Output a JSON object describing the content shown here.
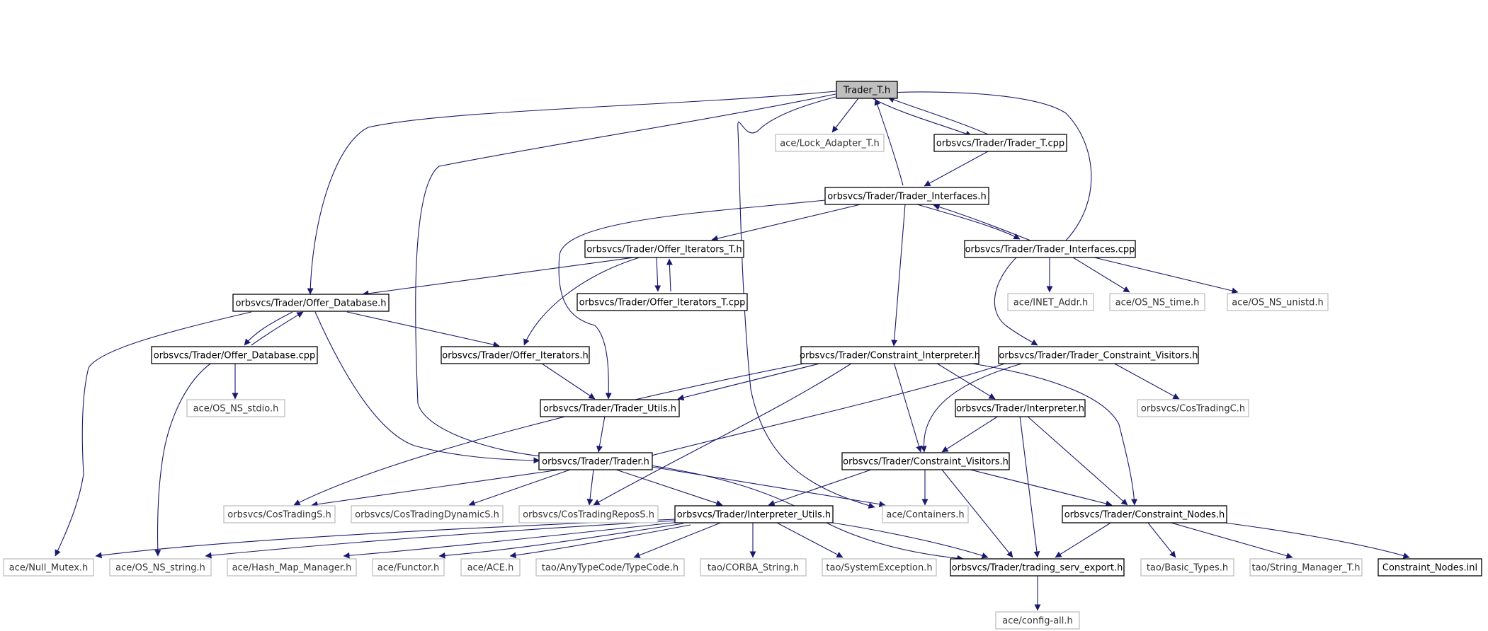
{
  "graph": {
    "nodes": [
      {
        "id": "trader_t_h",
        "label": "Trader_T.h",
        "kind": "root"
      },
      {
        "id": "lock_adapter",
        "label": "ace/Lock_Adapter_T.h",
        "kind": "ext"
      },
      {
        "id": "trader_t_cpp",
        "label": "orbsvcs/Trader/Trader_T.cpp",
        "kind": "doc"
      },
      {
        "id": "trader_interfaces_h",
        "label": "orbsvcs/Trader/Trader_Interfaces.h",
        "kind": "doc"
      },
      {
        "id": "offer_iterators_t_h",
        "label": "orbsvcs/Trader/Offer_Iterators_T.h",
        "kind": "doc"
      },
      {
        "id": "trader_interfaces_cpp",
        "label": "orbsvcs/Trader/Trader_Interfaces.cpp",
        "kind": "doc"
      },
      {
        "id": "offer_database_h",
        "label": "orbsvcs/Trader/Offer_Database.h",
        "kind": "doc"
      },
      {
        "id": "offer_iterators_t_cpp",
        "label": "orbsvcs/Trader/Offer_Iterators_T.cpp",
        "kind": "doc"
      },
      {
        "id": "inet_addr",
        "label": "ace/INET_Addr.h",
        "kind": "ext"
      },
      {
        "id": "os_ns_time",
        "label": "ace/OS_NS_time.h",
        "kind": "ext"
      },
      {
        "id": "os_ns_unistd",
        "label": "ace/OS_NS_unistd.h",
        "kind": "ext"
      },
      {
        "id": "offer_database_cpp",
        "label": "orbsvcs/Trader/Offer_Database.cpp",
        "kind": "doc"
      },
      {
        "id": "offer_iterators_h",
        "label": "orbsvcs/Trader/Offer_Iterators.h",
        "kind": "doc"
      },
      {
        "id": "constraint_interpreter_h",
        "label": "orbsvcs/Trader/Constraint_Interpreter.h",
        "kind": "doc"
      },
      {
        "id": "trader_constraint_visitors_h",
        "label": "orbsvcs/Trader/Trader_Constraint_Visitors.h",
        "kind": "doc"
      },
      {
        "id": "os_ns_stdio",
        "label": "ace/OS_NS_stdio.h",
        "kind": "ext"
      },
      {
        "id": "trader_utils_h",
        "label": "orbsvcs/Trader/Trader_Utils.h",
        "kind": "doc"
      },
      {
        "id": "interpreter_h",
        "label": "orbsvcs/Trader/Interpreter.h",
        "kind": "doc"
      },
      {
        "id": "costradingc_h",
        "label": "orbsvcs/CosTradingC.h",
        "kind": "ext"
      },
      {
        "id": "trader_h",
        "label": "orbsvcs/Trader/Trader.h",
        "kind": "doc"
      },
      {
        "id": "constraint_visitors_h",
        "label": "orbsvcs/Trader/Constraint_Visitors.h",
        "kind": "doc"
      },
      {
        "id": "costradings_h",
        "label": "orbsvcs/CosTradingS.h",
        "kind": "ext"
      },
      {
        "id": "costradingdynamics_h",
        "label": "orbsvcs/CosTradingDynamicS.h",
        "kind": "ext"
      },
      {
        "id": "costradingreposs_h",
        "label": "orbsvcs/CosTradingReposS.h",
        "kind": "ext"
      },
      {
        "id": "interpreter_utils_h",
        "label": "orbsvcs/Trader/Interpreter_Utils.h",
        "kind": "doc"
      },
      {
        "id": "containers_h",
        "label": "ace/Containers.h",
        "kind": "ext"
      },
      {
        "id": "constraint_nodes_h",
        "label": "orbsvcs/Trader/Constraint_Nodes.h",
        "kind": "doc"
      },
      {
        "id": "null_mutex",
        "label": "ace/Null_Mutex.h",
        "kind": "ext"
      },
      {
        "id": "os_ns_string",
        "label": "ace/OS_NS_string.h",
        "kind": "ext"
      },
      {
        "id": "hash_map_manager",
        "label": "ace/Hash_Map_Manager.h",
        "kind": "ext"
      },
      {
        "id": "functor",
        "label": "ace/Functor.h",
        "kind": "ext"
      },
      {
        "id": "ace_h",
        "label": "ace/ACE.h",
        "kind": "ext"
      },
      {
        "id": "typecode",
        "label": "tao/AnyTypeCode/TypeCode.h",
        "kind": "ext"
      },
      {
        "id": "corba_string",
        "label": "tao/CORBA_String.h",
        "kind": "ext"
      },
      {
        "id": "system_exception",
        "label": "tao/SystemException.h",
        "kind": "ext"
      },
      {
        "id": "trading_serv_export",
        "label": "orbsvcs/Trader/trading_serv_export.h",
        "kind": "doc"
      },
      {
        "id": "basic_types",
        "label": "tao/Basic_Types.h",
        "kind": "ext"
      },
      {
        "id": "string_manager_t",
        "label": "tao/String_Manager_T.h",
        "kind": "ext"
      },
      {
        "id": "constraint_nodes_inl",
        "label": "Constraint_Nodes.inl",
        "kind": "doc"
      },
      {
        "id": "config_all",
        "label": "ace/config-all.h",
        "kind": "ext"
      }
    ]
  }
}
